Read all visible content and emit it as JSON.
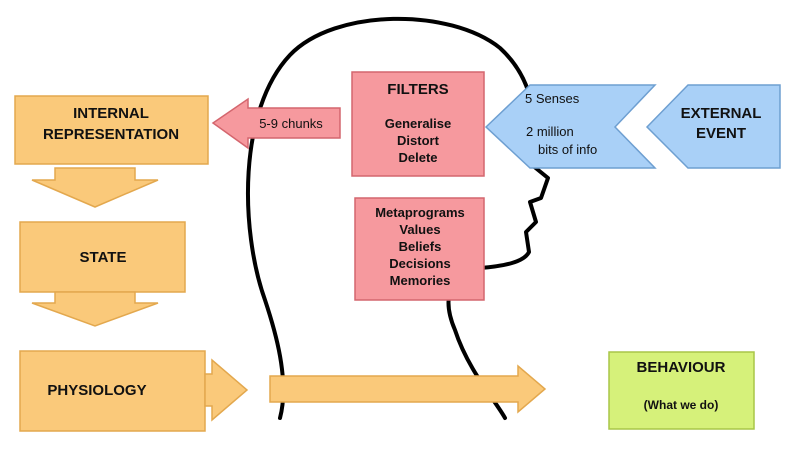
{
  "colors": {
    "orange_fill": "#FAC97A",
    "orange_stroke": "#E3A84E",
    "pink_fill": "#F6999E",
    "pink_stroke": "#D4666E",
    "blue_fill": "#A9D0F7",
    "blue_stroke": "#6E9FD1",
    "green_fill": "#D6F17A",
    "green_stroke": "#A8C648",
    "head_outline": "#000000"
  },
  "internal_representation": {
    "line1": "INTERNAL",
    "line2": "REPRESENTATION"
  },
  "state": {
    "label": "STATE"
  },
  "physiology": {
    "label": "PHYSIOLOGY"
  },
  "chunks_arrow": {
    "label": "5-9 chunks"
  },
  "filters": {
    "title": "FILTERS",
    "items": [
      "Generalise",
      "Distort",
      "Delete"
    ]
  },
  "metaprograms": {
    "items": [
      "Metaprograms",
      "Values",
      "Beliefs",
      "Decisions",
      "Memories"
    ]
  },
  "senses_arrow": {
    "line1": "5 Senses",
    "line2": "2 million",
    "line3": "bits of info"
  },
  "external_event": {
    "line1": "EXTERNAL",
    "line2": "EVENT"
  },
  "behaviour": {
    "title": "BEHAVIOUR",
    "subtitle": "(What we do)"
  }
}
